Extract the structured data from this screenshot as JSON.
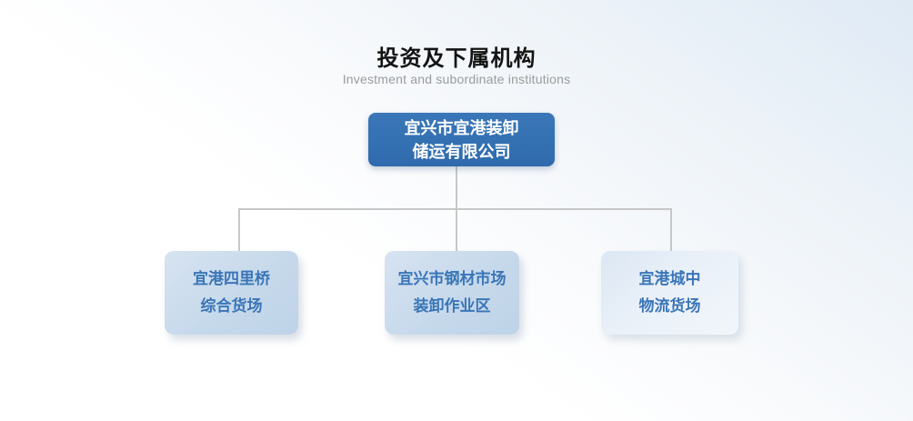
{
  "page": {
    "title": "投资及下属机构",
    "subtitle": "Investment and subordinate institutions"
  },
  "org_chart": {
    "type": "org-tree",
    "root": {
      "id": "root",
      "lines": [
        "宜兴市宜港装卸",
        "储运有限公司"
      ],
      "full_name": "宜兴市宜港装卸储运有限公司"
    },
    "children": [
      {
        "id": "child-1",
        "lines": [
          "宜港四里桥",
          "综合货场"
        ],
        "full_name": "宜港四里桥综合货场"
      },
      {
        "id": "child-2",
        "lines": [
          "宜兴市钢材市场",
          "装卸作业区"
        ],
        "full_name": "宜兴市钢材市场装卸作业区"
      },
      {
        "id": "child-3",
        "lines": [
          "宜港城中",
          "物流货场"
        ],
        "full_name": "宜港城中物流货场"
      }
    ]
  },
  "colors": {
    "root_node_bg": "#3370b2",
    "root_node_text": "#ffffff",
    "child_node_bg": "#c6d9eb",
    "child_node_light_bg": "#e9f0f8",
    "child_node_text": "#3a75b7",
    "connector_line": "#c7c7c7",
    "title_text": "#141414",
    "subtitle_text": "#9b9b9b",
    "background_top": "#dfeaf5",
    "background_bottom": "#ffffff"
  }
}
